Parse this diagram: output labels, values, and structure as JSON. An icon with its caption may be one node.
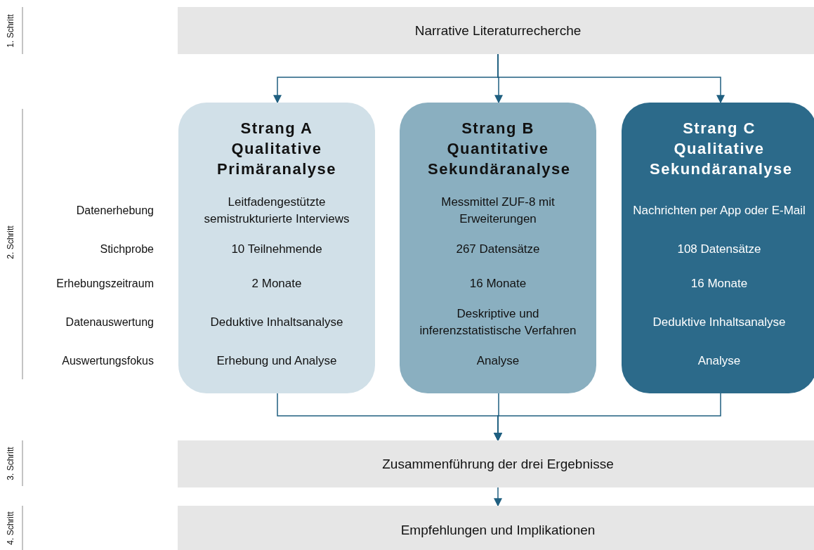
{
  "diagram": {
    "nodes": [
      {
        "text": [
          "Narrative Literaturrecherche"
        ]
      },
      {
        "text": [
          "Strang A Qualitative Primäranalyse",
          "Leitfadengestützte semistrukturierte Interviews",
          "10 Teilnehmende",
          "2 Monate",
          "Deduktive Inhaltsanalyse",
          "Erhebung und Analyse"
        ]
      },
      {
        "text": [
          "Strang B Quantitative Sekundäranalyse",
          "Messmittel ZUF-8 mit Erweiterungen",
          "267 Datensätze",
          "16 Monate",
          "Deskriptive und inferenzstatistische Verfahren",
          "Analyse"
        ]
      },
      {
        "text": [
          "Strang C Qualitative Sekundäranalyse",
          "Nachrichten per App oder E-Mail",
          "108 Datensätze",
          "16 Monate",
          "Deduktive Inhaltsanalyse",
          "Analyse"
        ]
      },
      {
        "text": [
          "Zusammenführung der drei Ergebnisse"
        ]
      },
      {
        "text": [
          "Empfehlungen und Implikationen"
        ]
      }
    ],
    "edges": [
      {
        "from": 0,
        "to": 1,
        "arrow": "to"
      },
      {
        "from": 0,
        "to": 2,
        "arrow": "to"
      },
      {
        "from": 0,
        "to": 3,
        "arrow": "to"
      },
      {
        "from": 1,
        "to": 4,
        "arrow": "to"
      },
      {
        "from": 2,
        "to": 4,
        "arrow": "to"
      },
      {
        "from": 3,
        "to": 4,
        "arrow": "to"
      },
      {
        "from": 4,
        "to": 5,
        "arrow": "to"
      }
    ],
    "labels": [
      "1. Schritt",
      "2. Schritt",
      "Datenerhebung",
      "Stichprobe",
      "Erhebungszeitraum",
      "Datenauswertung",
      "Auswertungsfokus",
      "3. Schritt",
      "4. Schritt"
    ]
  }
}
